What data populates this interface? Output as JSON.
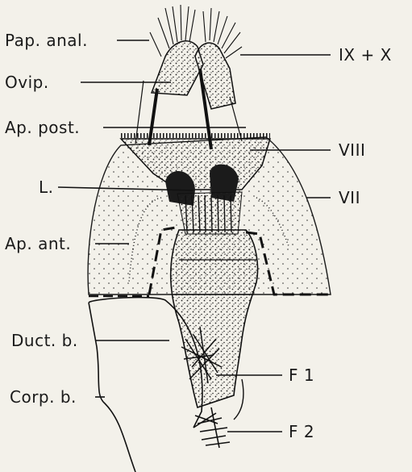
{
  "labels": {
    "pap_anal": "Pap. anal.",
    "ovip": "Ovip.",
    "ap_post": "Ap. post.",
    "l": "L.",
    "ap_ant": "Ap. ant.",
    "duct_b": "Duct. b.",
    "corp_b": "Corp. b.",
    "ix_x": "IX + X",
    "viii": "VIII",
    "vii": "VII",
    "f1": "F 1",
    "f2": "F 2"
  },
  "colors": {
    "ink": "#1a1a1a",
    "paper": "#f3f1ea"
  }
}
